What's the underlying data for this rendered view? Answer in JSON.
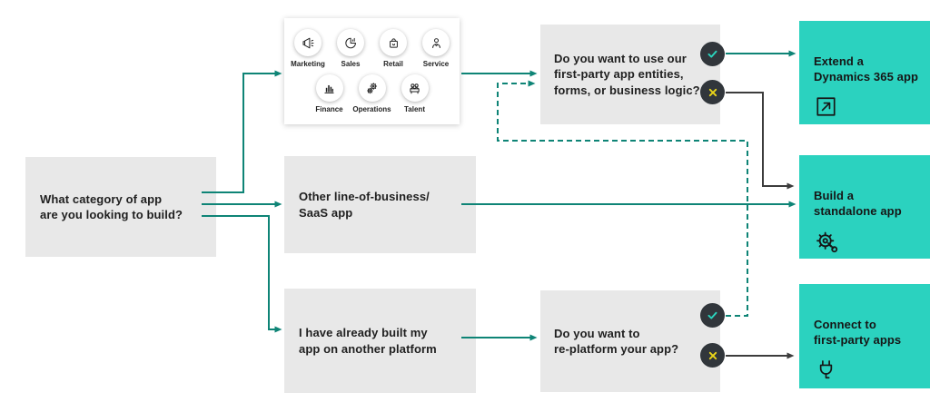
{
  "colors": {
    "outcome_teal": "#2bd2bf",
    "teal_line": "#0e8476",
    "dark_line": "#3c3c3c",
    "badge_background": "#31363b",
    "check_teal": "#2bd4bd",
    "cross_yellow": "#ead519",
    "gray_box": "#e8e8e8"
  },
  "flow": {
    "category_question": "What category of app\nare you looking to build?",
    "icon_categories": [
      {
        "label": "Marketing",
        "icon": "megaphone-icon"
      },
      {
        "label": "Sales",
        "icon": "pie-chart-icon"
      },
      {
        "label": "Retail",
        "icon": "shopping-bag-icon"
      },
      {
        "label": "Service",
        "icon": "person-icon"
      },
      {
        "label": "Finance",
        "icon": "bar-chart-icon"
      },
      {
        "label": "Operations",
        "icon": "gears-icon"
      },
      {
        "label": "Talent",
        "icon": "people-icon"
      }
    ],
    "other_option": "Other line-of-business/\nSaaS app",
    "built_option": "I have already built my\napp on another platform",
    "question_first_party": "Do you want to use our\nfirst-party app entities,\nforms, or business logic?",
    "question_replatform": "Do you want to\nre-platform your app?",
    "outcome_extend": "Extend a\nDynamics 365 app",
    "outcome_standalone": "Build a\nstandalone app",
    "outcome_connect": "Connect to\nfirst-party apps"
  }
}
